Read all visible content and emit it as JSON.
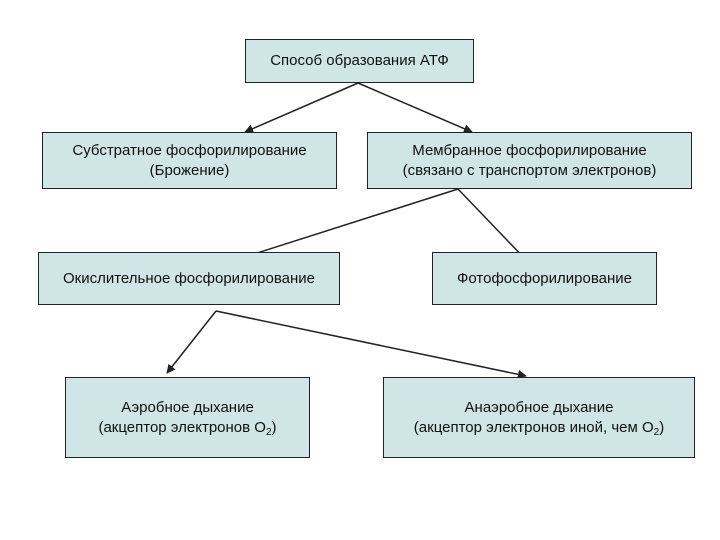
{
  "diagram": {
    "root": {
      "label": "Способ образования АТФ"
    },
    "substrate": {
      "line1": "Субстратное фосфорилирование",
      "line2": "(Брожение)"
    },
    "membrane": {
      "line1": "Мембранное фосфорилирование",
      "line2": "(связано с транспортом электронов)"
    },
    "oxidative": {
      "label": "Окислительное фосфорилирование"
    },
    "photo": {
      "label": "Фотофосфорилирование"
    },
    "aerobic": {
      "line1": "Аэробное дыхание",
      "line2_prefix": "(акцептор электронов O",
      "subscript": "2",
      "line2_suffix": ")"
    },
    "anaerobic": {
      "line1": "Анаэробное дыхание",
      "line2_prefix": "(акцептор электронов иной, чем O",
      "subscript": "2",
      "line2_suffix": ")"
    }
  },
  "colors": {
    "box_fill": "#cfe5e6",
    "box_border": "#222222",
    "arrow": "#222222"
  }
}
